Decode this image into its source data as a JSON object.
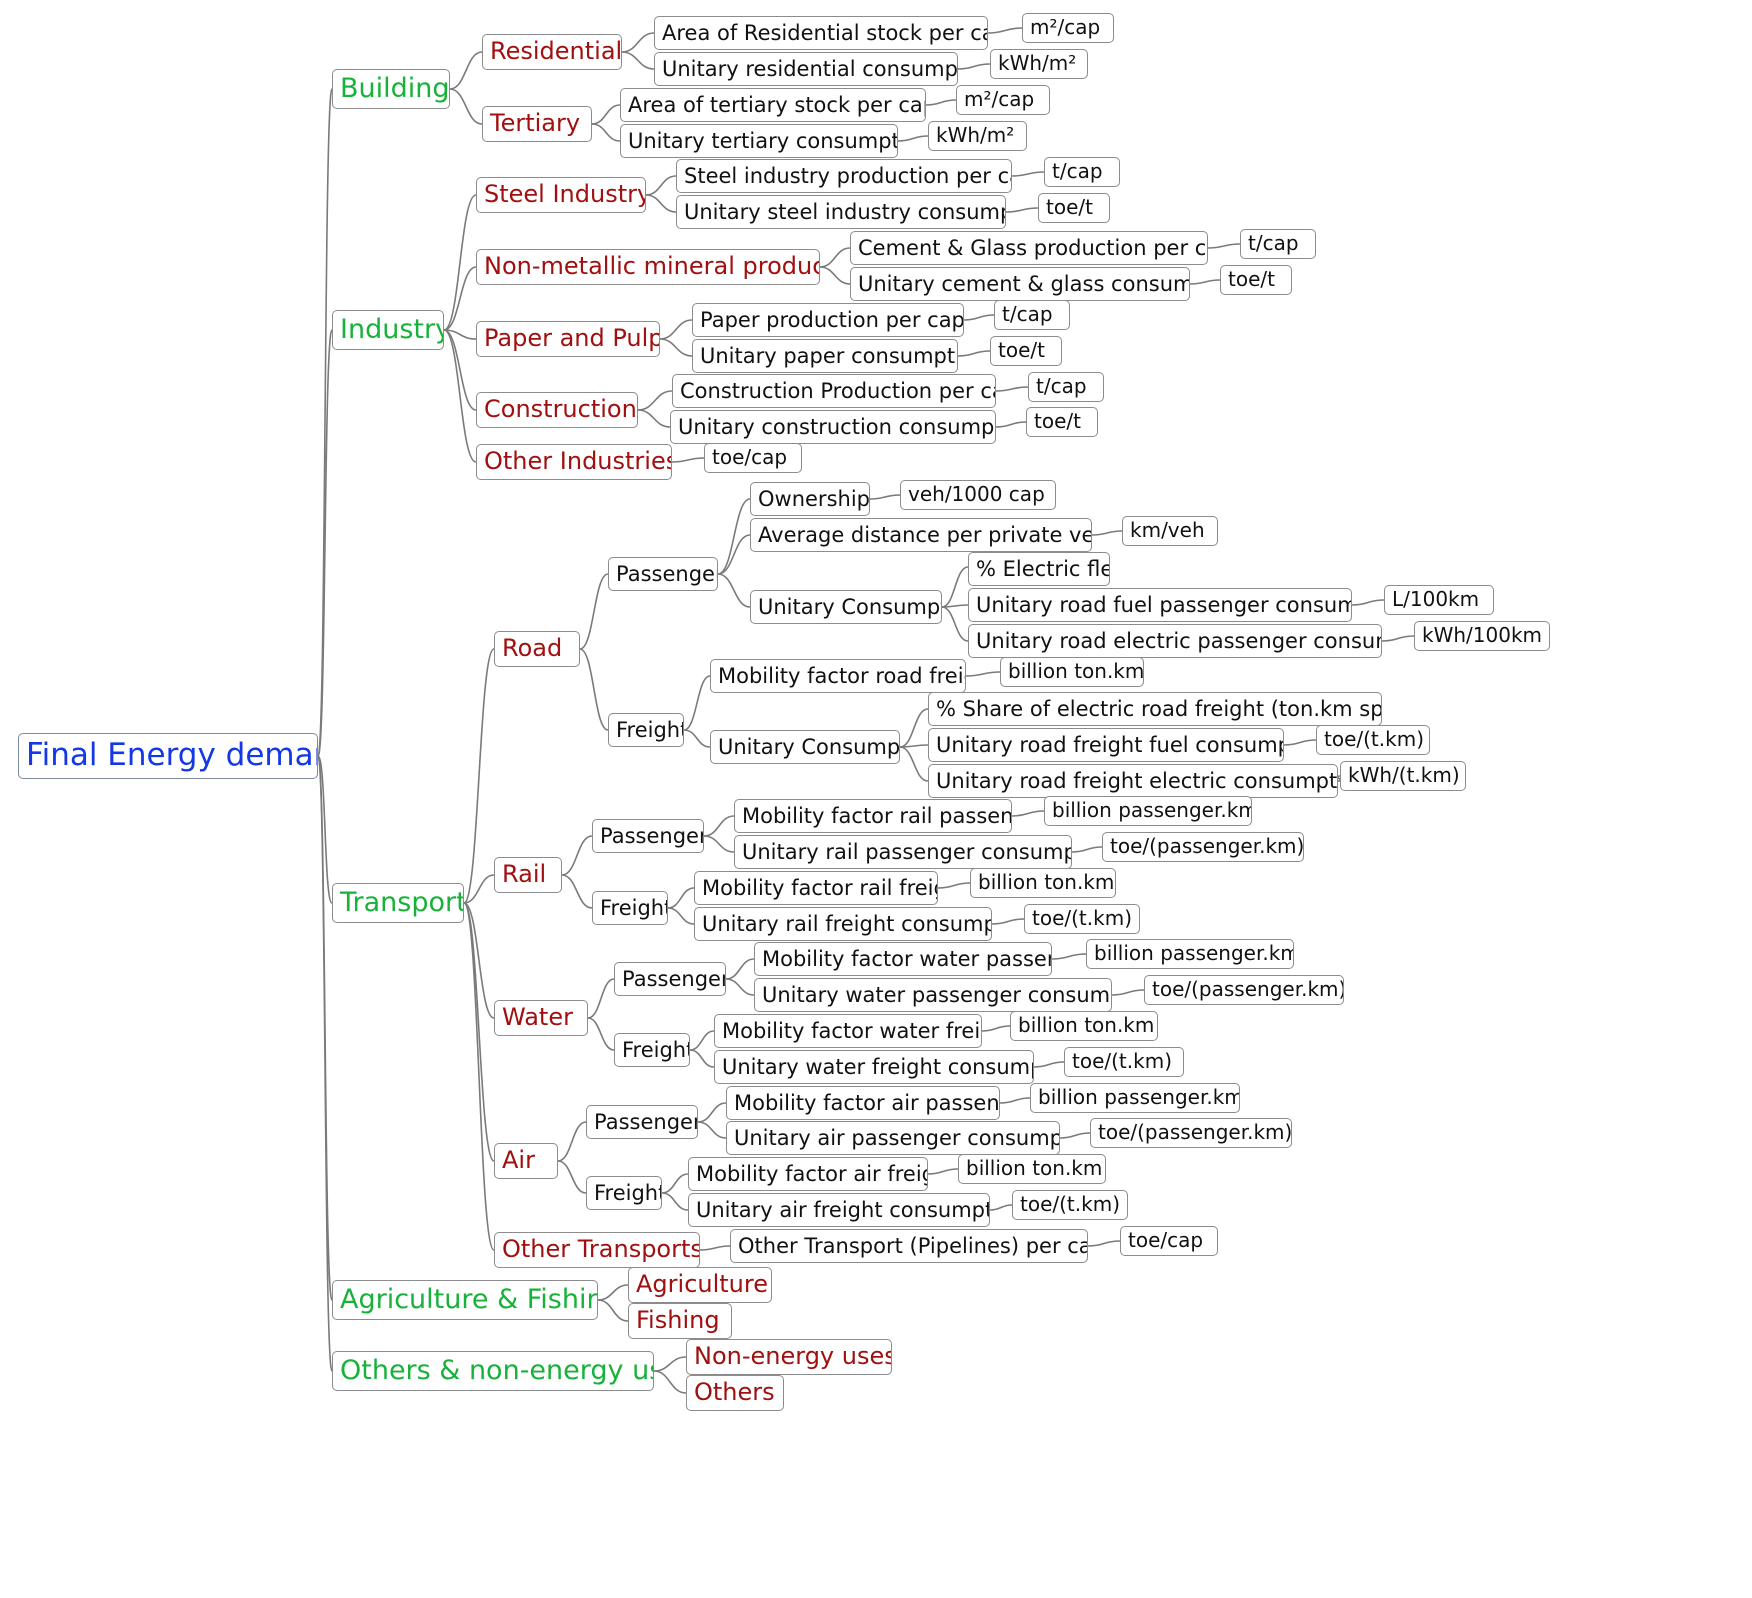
{
  "colors": {
    "root": "#1438e6",
    "category": "#18b23a",
    "subcategory": "#a01010",
    "leaf": "#111111",
    "border": "#8c8c8c",
    "link": "#7a7a7a"
  },
  "tree": {
    "label": "Final Energy demand",
    "children": [
      {
        "label": "Buildings",
        "children": [
          {
            "label": "Residential",
            "children": [
              {
                "label": "Area of Residential stock per capita",
                "unit": "m²/cap"
              },
              {
                "label": "Unitary residential consumption",
                "unit": "kWh/m²"
              }
            ]
          },
          {
            "label": "Tertiary",
            "children": [
              {
                "label": "Area of tertiary stock per capita",
                "unit": "m²/cap"
              },
              {
                "label": "Unitary tertiary consumption",
                "unit": "kWh/m²"
              }
            ]
          }
        ]
      },
      {
        "label": "Industry",
        "children": [
          {
            "label": "Steel Industry",
            "children": [
              {
                "label": "Steel industry production per capita",
                "unit": "t/cap"
              },
              {
                "label": "Unitary steel industry consumption",
                "unit": "toe/t"
              }
            ]
          },
          {
            "label": "Non-metallic mineral products",
            "children": [
              {
                "label": "Cement & Glass production per capita",
                "unit": "t/cap"
              },
              {
                "label": "Unitary cement & glass consumption",
                "unit": "toe/t"
              }
            ]
          },
          {
            "label": "Paper and Pulp",
            "children": [
              {
                "label": "Paper production per capita",
                "unit": "t/cap"
              },
              {
                "label": "Unitary paper consumption",
                "unit": "toe/t"
              }
            ]
          },
          {
            "label": "Construction",
            "children": [
              {
                "label": "Construction Production per capita",
                "unit": "t/cap"
              },
              {
                "label": "Unitary  construction consumption",
                "unit": "toe/t"
              }
            ]
          },
          {
            "label": "Other Industries",
            "unit": "toe/cap"
          }
        ]
      },
      {
        "label": "Transport",
        "children": [
          {
            "label": "Road",
            "children": [
              {
                "label": "Passengers",
                "children": [
                  {
                    "label": "Ownership",
                    "unit": "veh/1000 cap"
                  },
                  {
                    "label": "Average distance per private vehicle",
                    "unit": "km/veh"
                  },
                  {
                    "label": "Unitary Consumption",
                    "children": [
                      {
                        "label": "% Electric fleet"
                      },
                      {
                        "label": "Unitary road fuel passenger consumption",
                        "unit": "L/100km"
                      },
                      {
                        "label": "Unitary road electric passenger consumption",
                        "unit": "kWh/100km"
                      }
                    ]
                  }
                ]
              },
              {
                "label": "Freight",
                "children": [
                  {
                    "label": "Mobility factor road freight",
                    "unit": "billion ton.km"
                  },
                  {
                    "label": "Unitary Consumption",
                    "children": [
                      {
                        "label": "% Share of electric road freight (ton.km speaking)"
                      },
                      {
                        "label": "Unitary road freight fuel consumption",
                        "unit": "toe/(t.km)"
                      },
                      {
                        "label": "Unitary road freight electric consumption",
                        "unit": "kWh/(t.km)"
                      }
                    ]
                  }
                ]
              }
            ]
          },
          {
            "label": "Rail",
            "children": [
              {
                "label": "Passengers",
                "children": [
                  {
                    "label": "Mobility factor rail passenger",
                    "unit": "billion passenger.km"
                  },
                  {
                    "label": "Unitary rail passenger consumption",
                    "unit": "toe/(passenger.km)"
                  }
                ]
              },
              {
                "label": "Freight",
                "children": [
                  {
                    "label": "Mobility factor rail freight",
                    "unit": "billion ton.km"
                  },
                  {
                    "label": "Unitary rail freight consumption",
                    "unit": "toe/(t.km)"
                  }
                ]
              }
            ]
          },
          {
            "label": "Water",
            "children": [
              {
                "label": "Passengers",
                "children": [
                  {
                    "label": "Mobility factor water passenger",
                    "unit": "billion passenger.km"
                  },
                  {
                    "label": "Unitary water passenger consumption",
                    "unit": "toe/(passenger.km)"
                  }
                ]
              },
              {
                "label": "Freight",
                "children": [
                  {
                    "label": "Mobility factor water freight",
                    "unit": "billion ton.km"
                  },
                  {
                    "label": "Unitary water freight consumption",
                    "unit": "toe/(t.km)"
                  }
                ]
              }
            ]
          },
          {
            "label": "Air",
            "children": [
              {
                "label": "Passengers",
                "children": [
                  {
                    "label": "Mobility factor air passenger",
                    "unit": "billion passenger.km"
                  },
                  {
                    "label": "Unitary air passenger consumption",
                    "unit": "toe/(passenger.km)"
                  }
                ]
              },
              {
                "label": "Freight",
                "children": [
                  {
                    "label": "Mobility factor air freight",
                    "unit": "billion ton.km"
                  },
                  {
                    "label": "Unitary air freight consumption",
                    "unit": "toe/(t.km)"
                  }
                ]
              }
            ]
          },
          {
            "label": "Other Transports",
            "children": [
              {
                "label": "Other Transport (Pipelines) per capita",
                "unit": "toe/cap"
              }
            ]
          }
        ]
      },
      {
        "label": "Agriculture & Fishing",
        "children": [
          {
            "label": "Agriculture"
          },
          {
            "label": "Fishing"
          }
        ]
      },
      {
        "label": "Others & non-energy uses",
        "children": [
          {
            "label": "Non-energy uses"
          },
          {
            "label": "Others"
          }
        ]
      }
    ]
  }
}
